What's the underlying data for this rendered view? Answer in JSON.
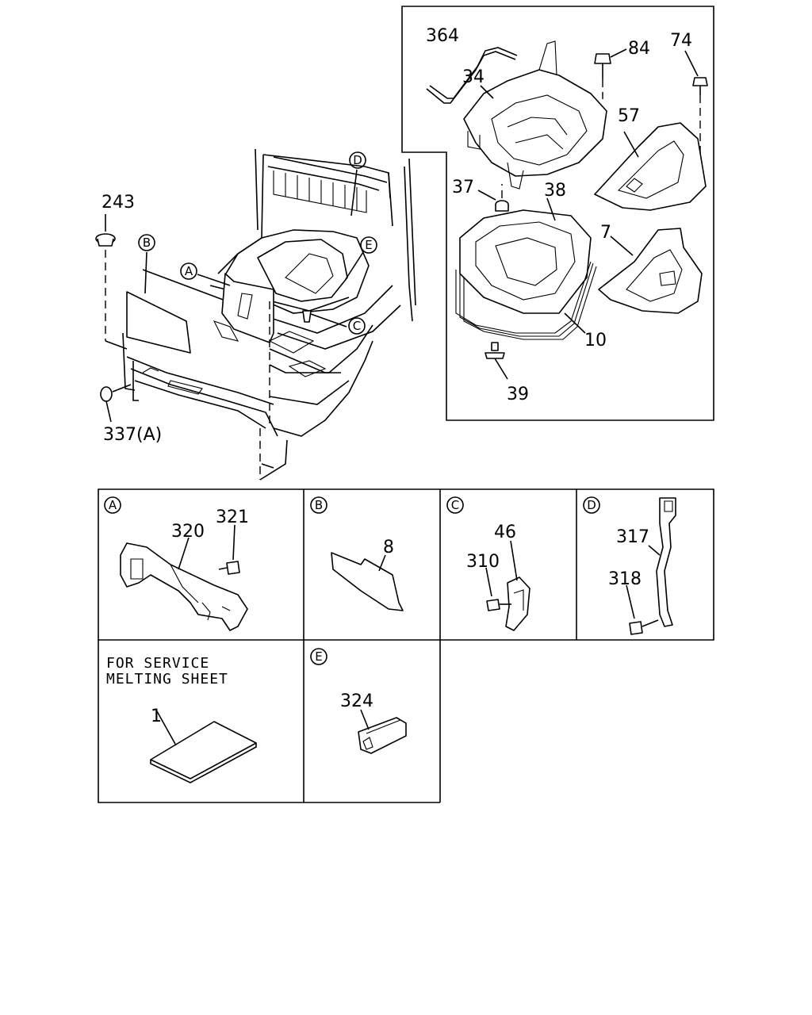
{
  "diagram": {
    "callouts": {
      "p364": "364",
      "p34": "34",
      "p84": "84",
      "p74": "74",
      "p57": "57",
      "p37": "37",
      "p38": "38",
      "p7": "7",
      "p10": "10",
      "p39": "39",
      "p243": "243",
      "p337": "337(A)",
      "p320": "320",
      "p321": "321",
      "p8": "8",
      "p46": "46",
      "p310": "310",
      "p317": "317",
      "p318": "318",
      "p1": "1",
      "p324": "324"
    },
    "circle_tags": {
      "A": "A",
      "B": "B",
      "C": "C",
      "D": "D",
      "E": "E"
    },
    "detail_panels": {
      "A": "A",
      "B": "B",
      "C": "C",
      "D": "D",
      "E": "E"
    },
    "service_note": {
      "line1": "FOR SERVICE",
      "line2": "MELTING SHEET"
    }
  }
}
